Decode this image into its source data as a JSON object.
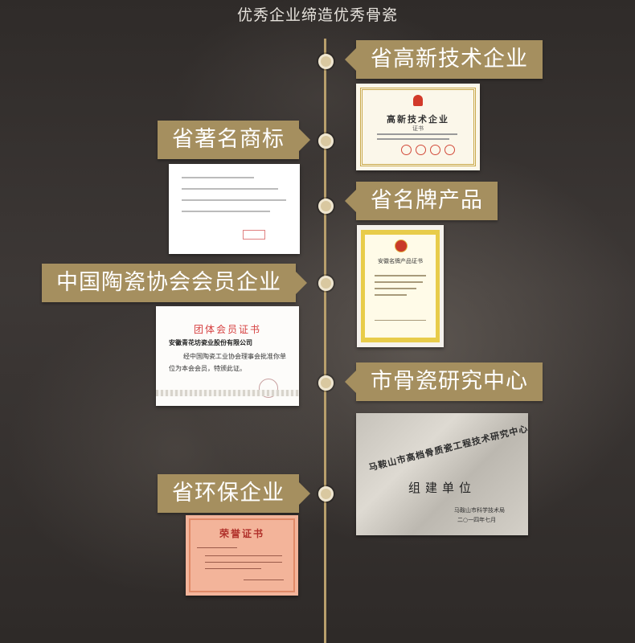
{
  "headline": "优秀企业缔造优秀骨瓷",
  "timeline": [
    {
      "label": "省高新技术企业"
    },
    {
      "label": "省著名商标"
    },
    {
      "label": "省名牌产品"
    },
    {
      "label": "中国陶瓷协会会员企业"
    },
    {
      "label": "市骨瓷研究中心"
    },
    {
      "label": "省环保企业"
    }
  ],
  "certificates": {
    "high_tech": {
      "title": "高新技术企业",
      "subtitle": "证书"
    },
    "brand_product": {
      "title": "安徽名牌产品证书"
    },
    "association": {
      "title": "团体会员证书",
      "company": "安徽青花坊瓷业股份有限公司",
      "body_line1": "经中国陶瓷工业协会理事会批准你单",
      "body_line2": "位为本会会员，特颁此证。"
    },
    "plaque": {
      "arc_text": "马鞍山市高档骨质瓷工程技术研究中心",
      "main_text": "组建单位",
      "issuer": "马鞍山市科学技术局",
      "date": "二○一四年七月"
    },
    "honor": {
      "title": "荣誉证书"
    }
  },
  "colors": {
    "accent": "#a58f5f",
    "line": "#b89f6c",
    "background": "#3a3634"
  }
}
